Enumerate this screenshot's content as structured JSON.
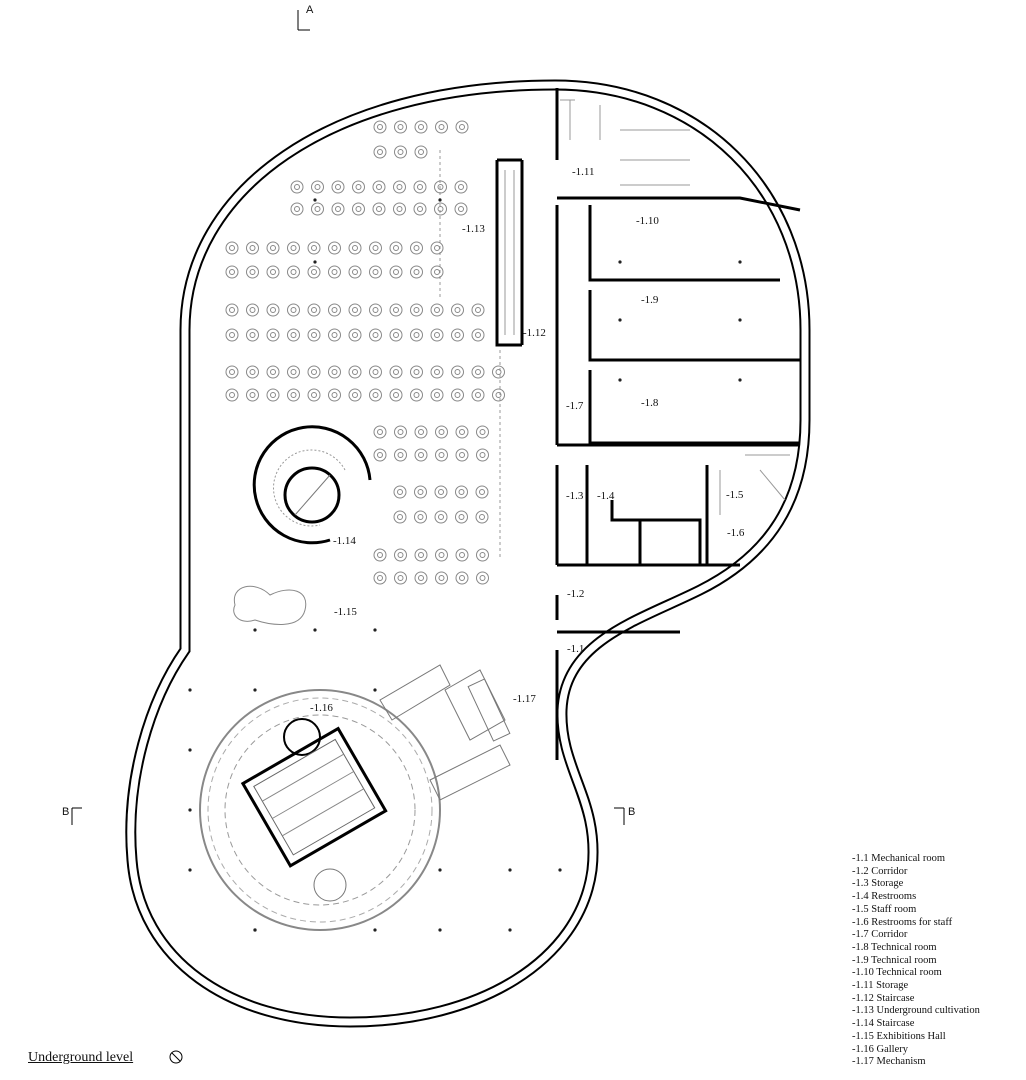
{
  "title": "Underground level",
  "section_marks": {
    "a": "A",
    "b_left": "B",
    "b_right": "B"
  },
  "room_labels": [
    "-1.1",
    "-1.2",
    "-1.3",
    "-1.4",
    "-1.5",
    "-1.6",
    "-1.7",
    "-1.8",
    "-1.9",
    "-1.10",
    "-1.11",
    "-1.12",
    "-1.13",
    "-1.14",
    "-1.15",
    "-1.16",
    "-1.17"
  ],
  "legend": [
    "-1.1 Mechanical room",
    "-1.2 Corridor",
    "-1.3 Storage",
    "-1.4 Restrooms",
    "-1.5 Staff room",
    "-1.6 Restrooms for staff",
    "-1.7 Corridor",
    "-1.8 Technical room",
    "-1.9 Technical room",
    "-1.10 Technical room",
    "-1.11 Storage",
    "-1.12 Staircase",
    "-1.13 Underground cultivation",
    "-1.14 Staircase",
    "-1.15 Exhibitions Hall",
    "-1.16 Gallery",
    "-1.17 Mechanism"
  ]
}
